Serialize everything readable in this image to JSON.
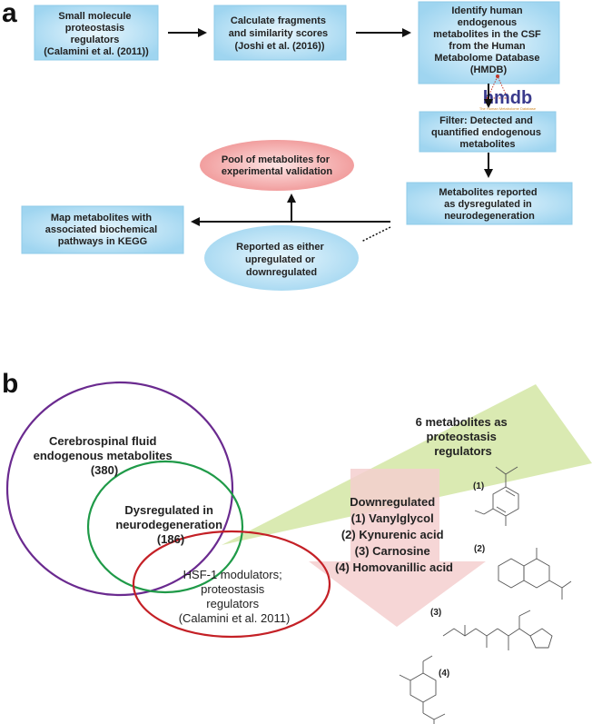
{
  "panel_a": {
    "label": "a",
    "boxes": {
      "small_molecule": [
        "Small molecule",
        "proteostasis",
        "regulators",
        "(Calamini et al. (2011))"
      ],
      "calc_fragments": [
        "Calculate fragments",
        "and similarity scores",
        "(Joshi et al. (2016))"
      ],
      "identify_human": [
        "Identify human",
        "endogenous",
        "metabolites in the CSF",
        "from the Human",
        "Metabolome Database",
        "(HMDB)"
      ],
      "filter": [
        "Filter: Detected and",
        "quantified endogenous",
        "metabolites"
      ],
      "reported_dysregulated": [
        "Metabolites reported",
        "as dysregulated in",
        "neurodegeneration"
      ],
      "map_metabolites": [
        "Map metabolites with",
        "associated biochemical",
        "pathways in KEGG"
      ]
    },
    "ellipses": {
      "pool": [
        "Pool of metabolites for",
        "experimental validation"
      ],
      "reported_either": [
        "Reported as either",
        "upregulated or",
        "downregulated"
      ]
    },
    "hmdb_logo": {
      "text": "hmdb",
      "tagline": "The Human Metabolome Database"
    }
  },
  "panel_b": {
    "label": "b",
    "venn": {
      "csf": [
        "Cerebrospinal fluid",
        "endogenous metabolites",
        "(380)"
      ],
      "dysregulated": [
        "Dysregulated in",
        "neurodegeneration",
        "(186)"
      ],
      "hsf": [
        "HSF-1 modulators;",
        "proteostasis",
        "regulators",
        "(Calamini et al. 2011)"
      ]
    },
    "six_metabolites": [
      "6 metabolites as",
      "proteostasis",
      "regulators"
    ],
    "downregulated": [
      "Downregulated",
      "(1) Vanylglycol",
      "(2) Kynurenic acid",
      "(3) Carnosine",
      "(4) Homovanillic acid"
    ],
    "structure_labels": [
      "(1)",
      "(2)",
      "(3)",
      "(4)"
    ]
  },
  "colors": {
    "box_fill": "#a6d9f2",
    "pool_fill": "#f29a9a",
    "venn_purple": "#6a2a8f",
    "venn_green": "#1f9a48",
    "venn_red": "#c42026",
    "green_wedge": "#d3e6a4",
    "pink_wedge": "#f5cfcf"
  }
}
